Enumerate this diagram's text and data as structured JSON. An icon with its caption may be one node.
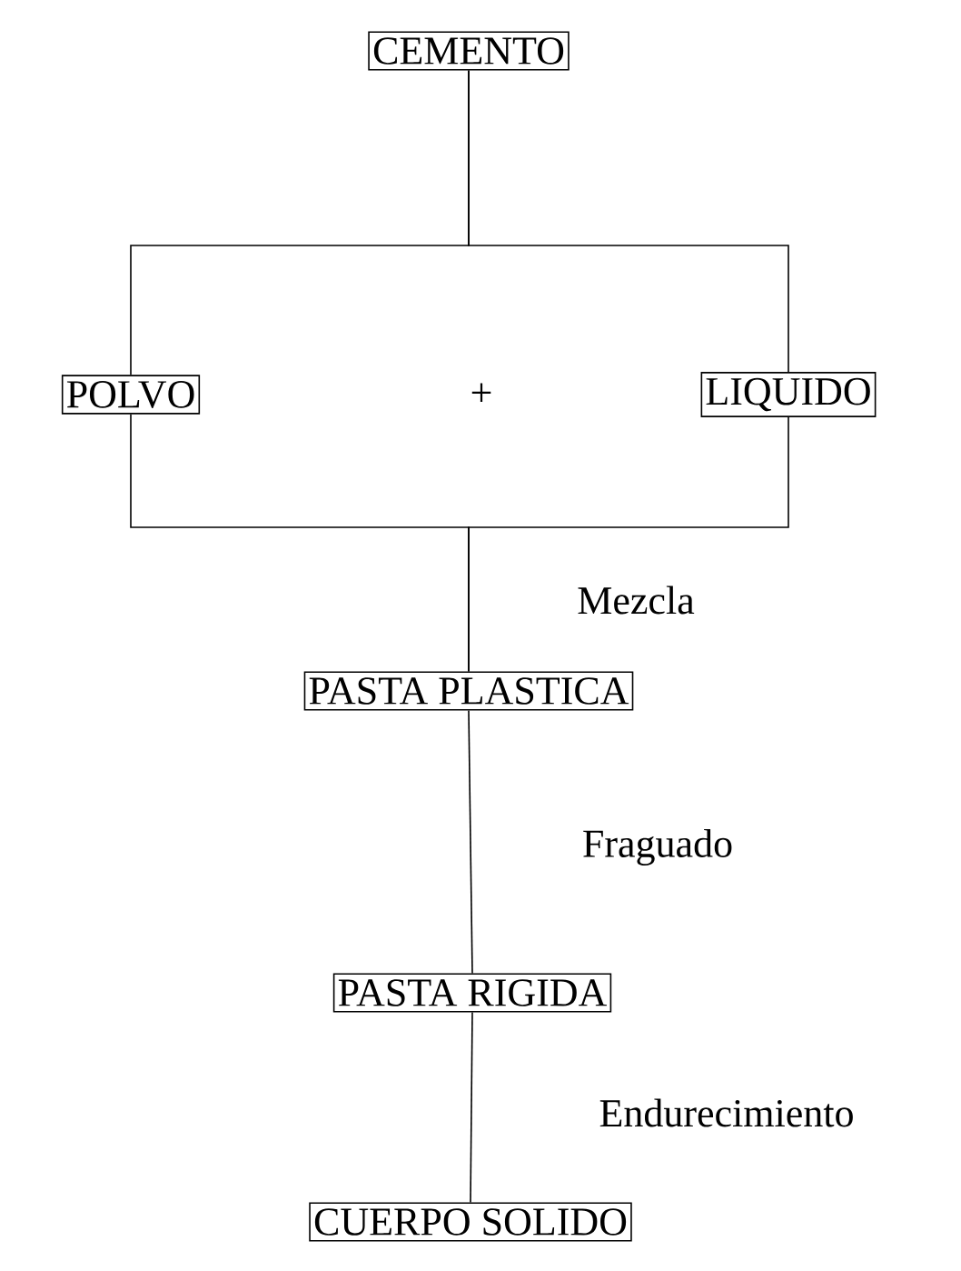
{
  "diagram": {
    "nodes": [
      {
        "text": [
          "CEMENTO"
        ]
      },
      {
        "text": [
          "POLVO"
        ]
      },
      {
        "text": [
          "LIQUIDO"
        ]
      },
      {
        "text": [
          "PASTA PLASTICA"
        ]
      },
      {
        "text": [
          "PASTA RIGIDA"
        ]
      },
      {
        "text": [
          "CUERPO SOLIDO"
        ]
      }
    ],
    "edges": [
      {
        "from": 0,
        "to": 1,
        "arrow": "none"
      },
      {
        "from": 0,
        "to": 2,
        "arrow": "none"
      },
      {
        "from": 1,
        "to": 3,
        "arrow": "none",
        "label": "Mezcla"
      },
      {
        "from": 2,
        "to": 3,
        "arrow": "none"
      },
      {
        "from": 3,
        "to": 4,
        "arrow": "none",
        "label": "Fraguado"
      },
      {
        "from": 4,
        "to": 5,
        "arrow": "none",
        "label": "Endurecimiento"
      }
    ],
    "labels": [
      "+"
    ]
  }
}
